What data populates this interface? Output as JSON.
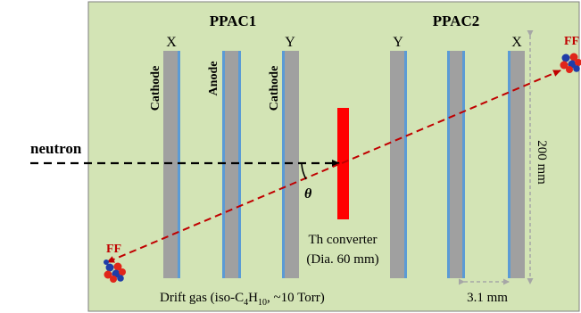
{
  "labels": {
    "ppac1": "PPAC1",
    "ppac2": "PPAC2",
    "ppac1_left_axis": "X",
    "ppac1_right_axis": "Y",
    "ppac2_left_axis": "Y",
    "ppac2_right_axis": "X",
    "cathode_left": "Cathode",
    "anode": "Anode",
    "cathode_right": "Cathode",
    "neutron": "neutron",
    "theta": "θ",
    "converter_line1": "Th converter",
    "converter_line2": "(Dia. 60 mm)",
    "height_dimension": "200 mm",
    "gap_dimension": "3.1 mm",
    "drift_gas_prefix": "Drift gas (iso-C",
    "drift_gas_sub4": "4",
    "drift_gas_mid": "H",
    "drift_gas_sub10": "10",
    "drift_gas_suffix": ", ~10 Torr)",
    "ff_left": "FF",
    "ff_right": "FF"
  },
  "colors": {
    "chamber_fill": "#d3e4b5",
    "chamber_stroke": "#7f7f7f",
    "plate_gray": "#a0a0a0",
    "plate_blue": "#5b9bd5",
    "converter_red": "#ff0000",
    "trajectory_red": "#c00000",
    "neutron_black": "#000000",
    "ff_label": "#c00000",
    "dimension_gray": "#a6a6a6"
  },
  "icons": {
    "fission_fragment": "nucleus-cluster-icon"
  }
}
